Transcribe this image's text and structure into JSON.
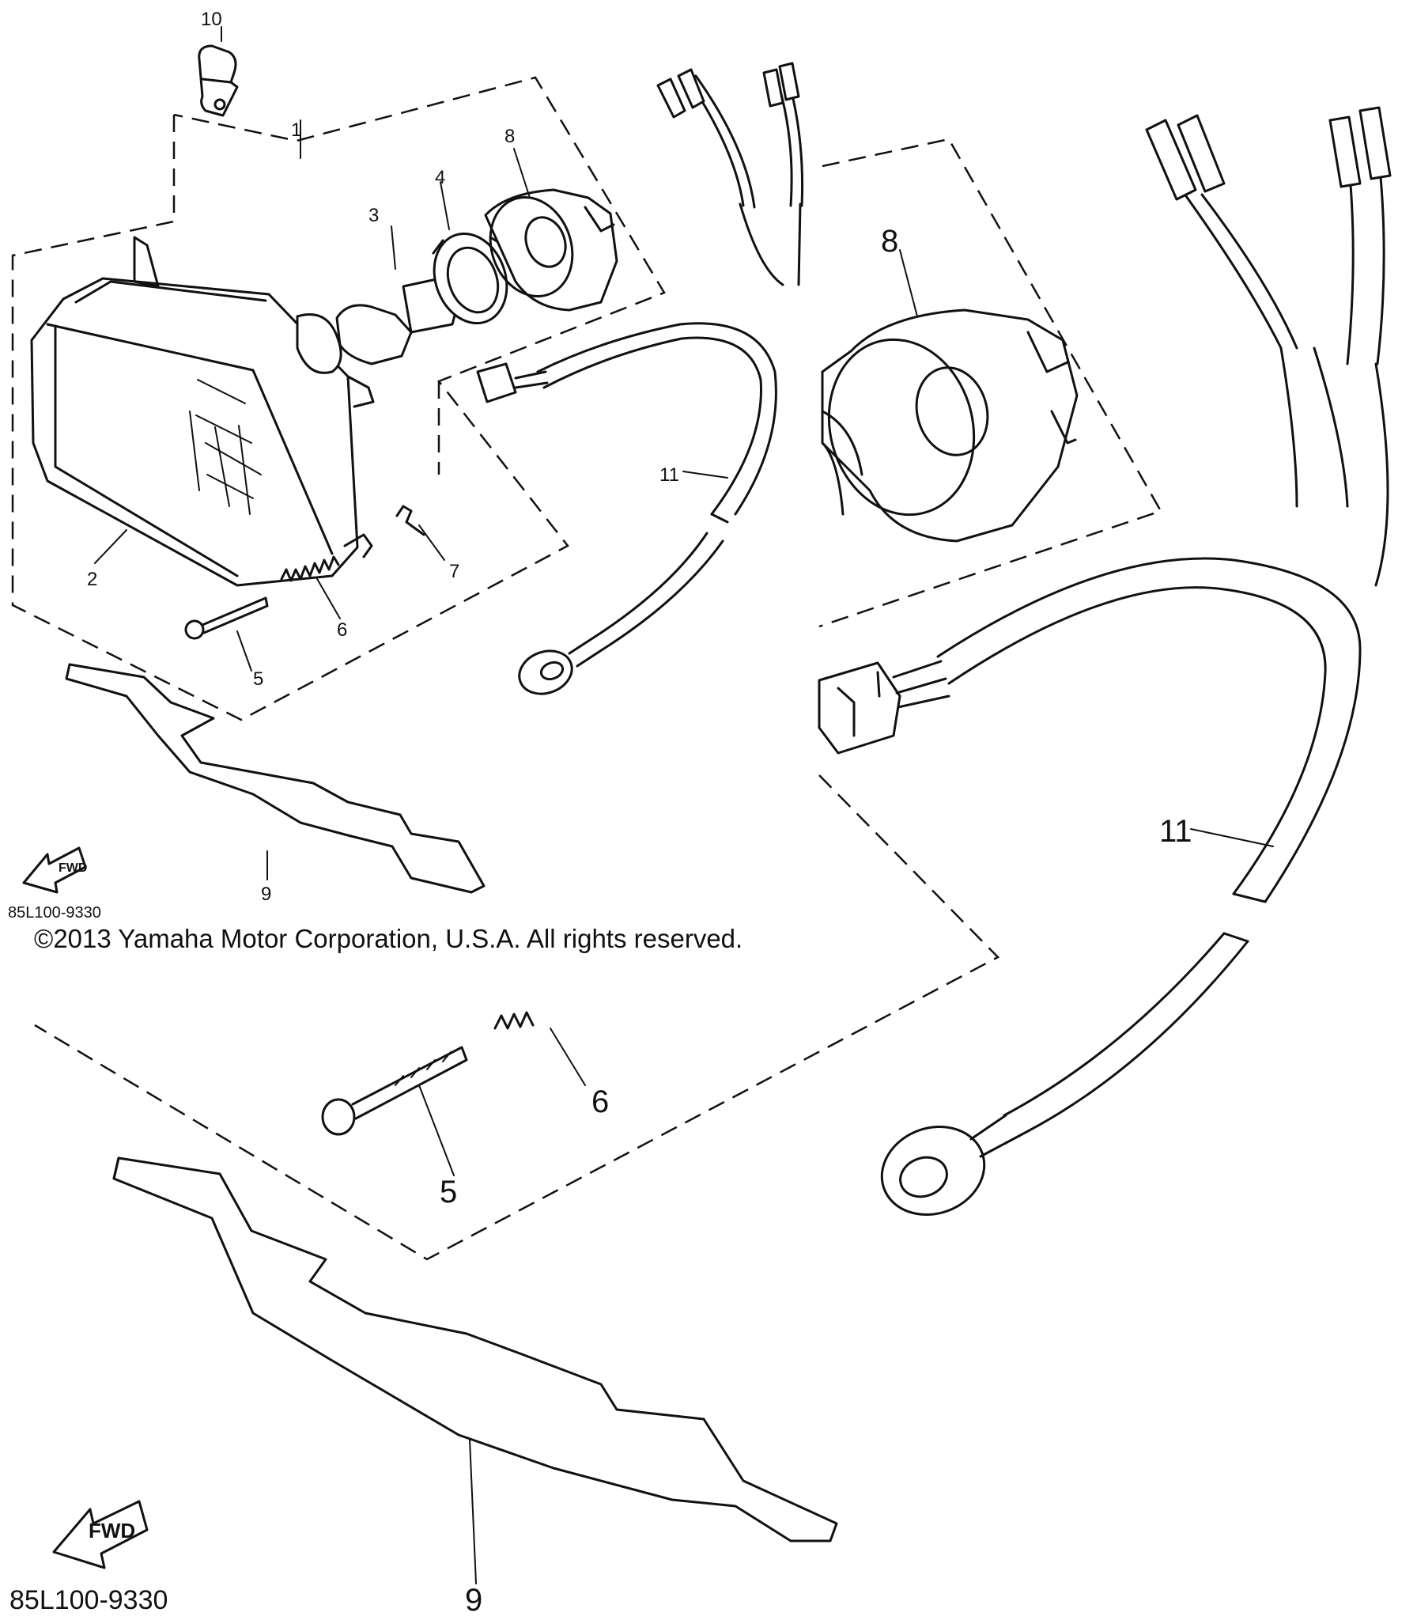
{
  "copyright": "©2013 Yamaha Motor Corporation, U.S.A. All rights reserved.",
  "part_code": "85L100-9330",
  "fwd_label": "FWD",
  "callouts": {
    "c1": "1",
    "c2": "2",
    "c3": "3",
    "c4": "4",
    "c5": "5",
    "c6": "6",
    "c7": "7",
    "c8": "8",
    "c9": "9",
    "c10": "10",
    "c11": "11"
  }
}
